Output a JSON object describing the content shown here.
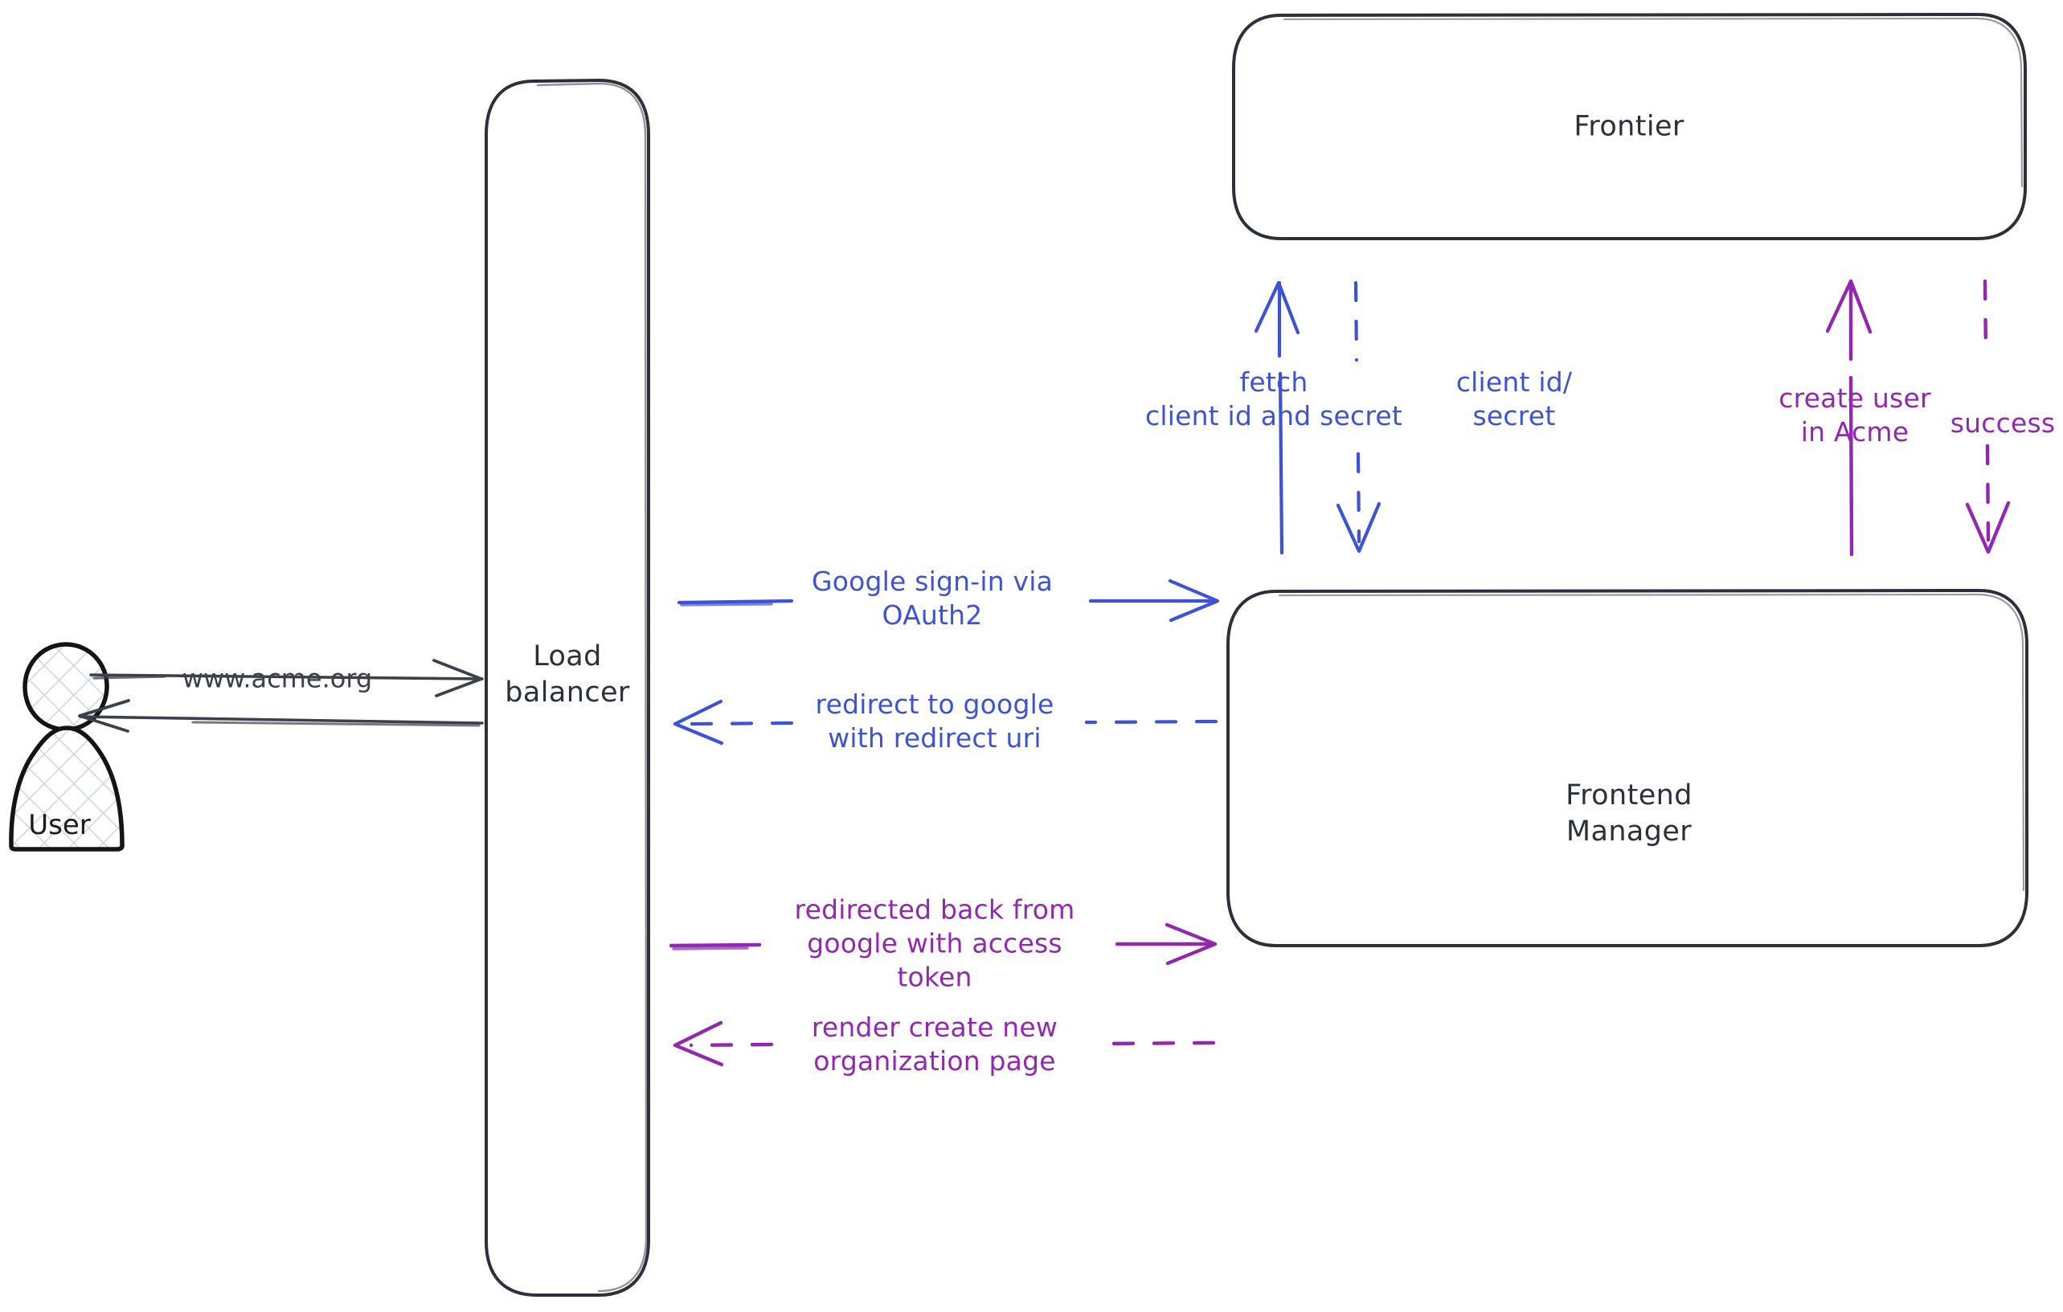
{
  "diagram": {
    "title": "Google OAuth2 sign-in flow",
    "background": "#ffffff",
    "colors": {
      "stroke_dark": "#2b303b",
      "blue": "#3d52d5",
      "purple": "#9227b0",
      "actor_hatch": "#ced4e0"
    }
  },
  "nodes": {
    "user": {
      "label": "User",
      "icon": "user-actor-icon"
    },
    "load_balancer": {
      "label_line1": "Load",
      "label_line2": "balancer"
    },
    "frontier": {
      "label": "Frontier"
    },
    "frontend_manager": {
      "label_line1": "Frontend",
      "label_line2": "Manager"
    }
  },
  "edges": {
    "user_to_lb": {
      "label": "www.acme.org",
      "color": "#3c4149",
      "style": "solid",
      "direction": "right"
    },
    "lb_to_user": {
      "label": "",
      "color": "#3c4149",
      "style": "solid",
      "direction": "left"
    },
    "lb_to_fm_signin": {
      "label_line1": "Google sign-in via",
      "label_line2": "OAuth2",
      "color": "#3d52d5",
      "style": "solid",
      "direction": "right"
    },
    "fm_to_lb_redirect": {
      "label_line1": "redirect to google",
      "label_line2": "with redirect uri",
      "color": "#3d52d5",
      "style": "dashed",
      "direction": "left"
    },
    "lb_to_fm_token": {
      "label_line1": "redirected back from",
      "label_line2": "google with access",
      "label_line3": "token",
      "color": "#9227b0",
      "style": "solid",
      "direction": "right"
    },
    "fm_to_lb_render": {
      "label_line1": "render create new",
      "label_line2": "organization page",
      "color": "#9227b0",
      "style": "dashed",
      "direction": "left"
    },
    "fm_to_frontier_fetch": {
      "label_line1": "fetch",
      "label_line2": "client id and secret",
      "color": "#3d52d5",
      "style": "solid",
      "direction": "up"
    },
    "frontier_to_fm_creds": {
      "label_line1": "client id/",
      "label_line2": "secret",
      "color": "#3d52d5",
      "style": "dashed",
      "direction": "down"
    },
    "fm_to_frontier_create": {
      "label_line1": "create user",
      "label_line2": "in Acme",
      "color": "#9227b0",
      "style": "solid",
      "direction": "up"
    },
    "frontier_to_fm_success": {
      "label": "success",
      "color": "#9227b0",
      "style": "dashed",
      "direction": "down"
    }
  }
}
